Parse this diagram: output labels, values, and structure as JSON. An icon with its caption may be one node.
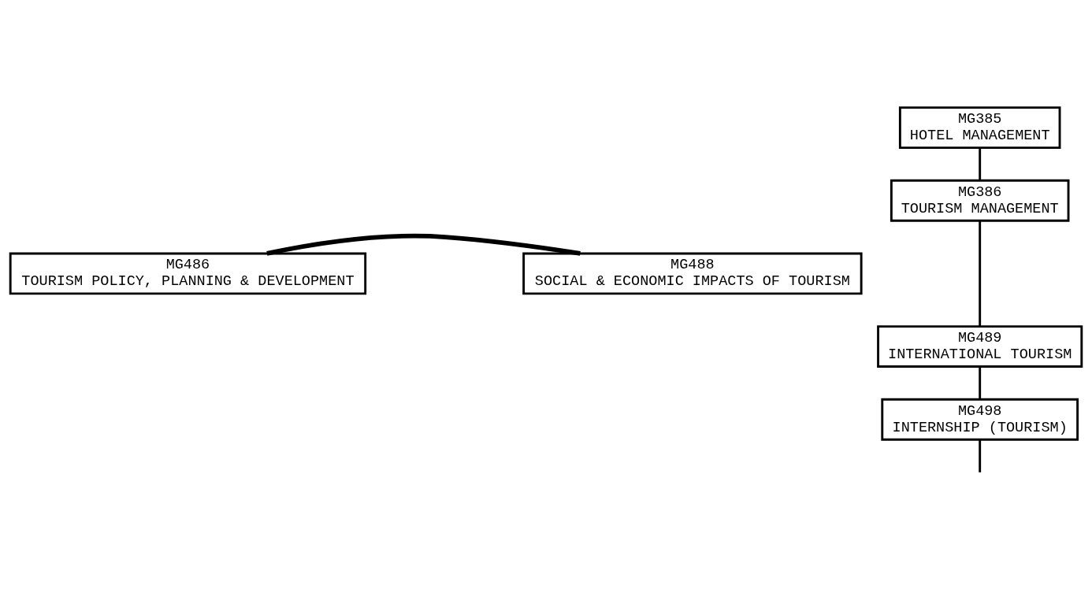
{
  "diagram": {
    "nodes": [
      {
        "text": [
          "MG385",
          "HOTEL MANAGEMENT"
        ]
      },
      {
        "text": [
          "MG386",
          "TOURISM MANAGEMENT"
        ]
      },
      {
        "text": [
          "MG486",
          "TOURISM POLICY, PLANNING & DEVELOPMENT"
        ]
      },
      {
        "text": [
          "MG488",
          "SOCIAL & ECONOMIC IMPACTS OF TOURISM"
        ]
      },
      {
        "text": [
          "MG489",
          "INTERNATIONAL TOURISM"
        ]
      },
      {
        "text": [
          "MG498",
          "INTERNSHIP (TOURISM)"
        ]
      }
    ],
    "edges": [
      {
        "from": 0,
        "to": 1,
        "arrow": "none"
      },
      {
        "from": 1,
        "to": 4,
        "arrow": "none"
      },
      {
        "from": 2,
        "to": 3,
        "arrow": "none",
        "style": "thick"
      },
      {
        "from": 4,
        "to": 5,
        "arrow": "none"
      },
      {
        "from": 5,
        "to": null,
        "arrow": "none"
      }
    ]
  }
}
